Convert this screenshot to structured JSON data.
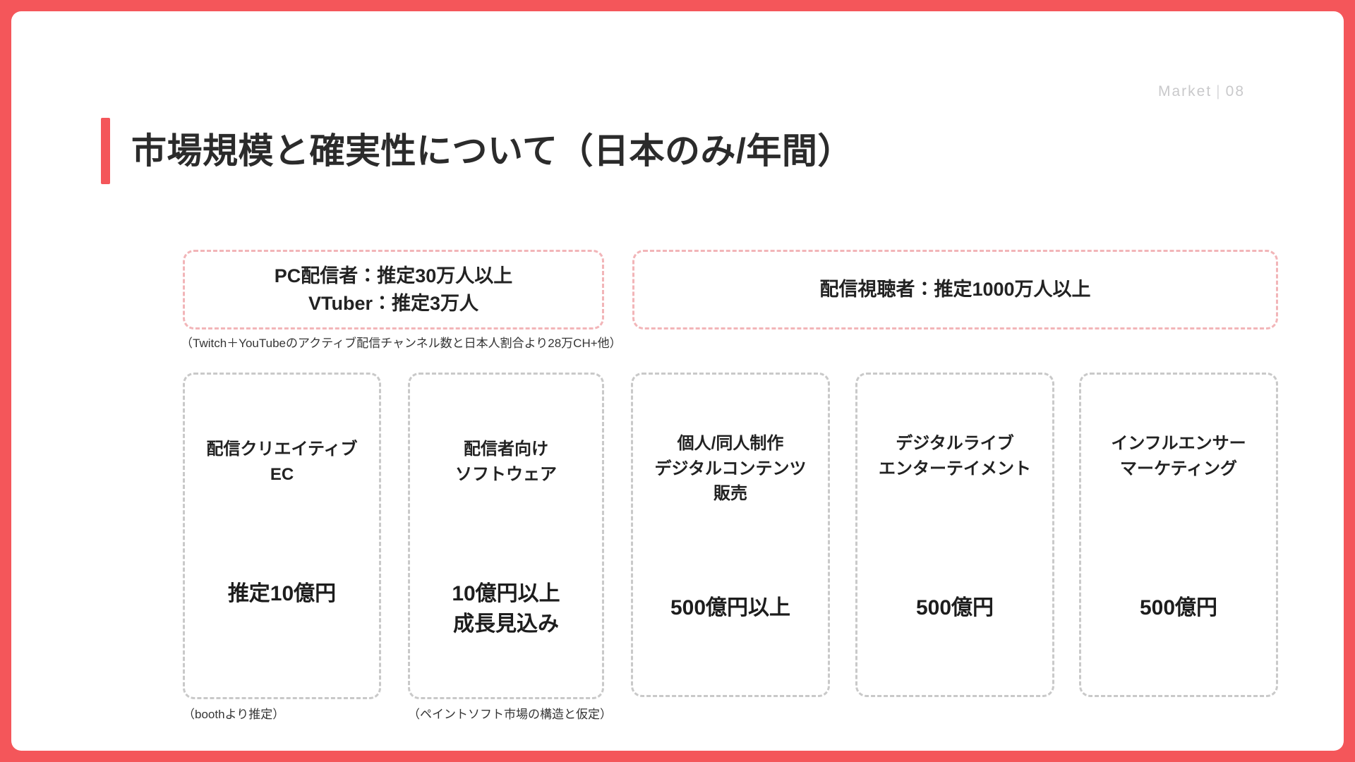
{
  "frame": {
    "accent_color": "#f4565a",
    "background": "#ffffff"
  },
  "header": {
    "section_label": "Market",
    "separator": "|",
    "page_number": "08",
    "title": "市場規模と確実性について（日本のみ/年間）"
  },
  "top_boxes": [
    {
      "id": "pc-broadcasters",
      "label": "PC配信者：推定30万人以上\nVTuber：推定3万人",
      "caption": "（Twitch＋YouTubeのアクティブ配信チャンネル数と日本人割合より28万CH+他）",
      "border_color": "#f2b5b8"
    },
    {
      "id": "stream-viewers",
      "label": "配信視聴者：推定1000万人以上",
      "caption": "",
      "border_color": "#f2b5b8"
    }
  ],
  "market_cards": [
    {
      "id": "creative-ec",
      "title": "配信クリエイティブ\nEC",
      "value": "推定10億円",
      "caption": "（boothより推定）",
      "border_color": "#c9c9c9"
    },
    {
      "id": "broadcaster-software",
      "title": "配信者向け\nソフトウェア",
      "value": "10億円以上\n成長見込み",
      "caption": "（ペイントソフト市場の構造と仮定）",
      "border_color": "#c9c9c9"
    },
    {
      "id": "doujin-digital-content",
      "title": "個人/同人制作\nデジタルコンテンツ\n販売",
      "value": "500億円以上",
      "caption": "",
      "border_color": "#c9c9c9"
    },
    {
      "id": "digital-live-entertainment",
      "title": "デジタルライブ\nエンターテイメント",
      "value": "500億円",
      "caption": "",
      "border_color": "#c9c9c9"
    },
    {
      "id": "influencer-marketing",
      "title": "インフルエンサー\nマーケティング",
      "value": "500億円",
      "caption": "",
      "border_color": "#c9c9c9"
    }
  ]
}
